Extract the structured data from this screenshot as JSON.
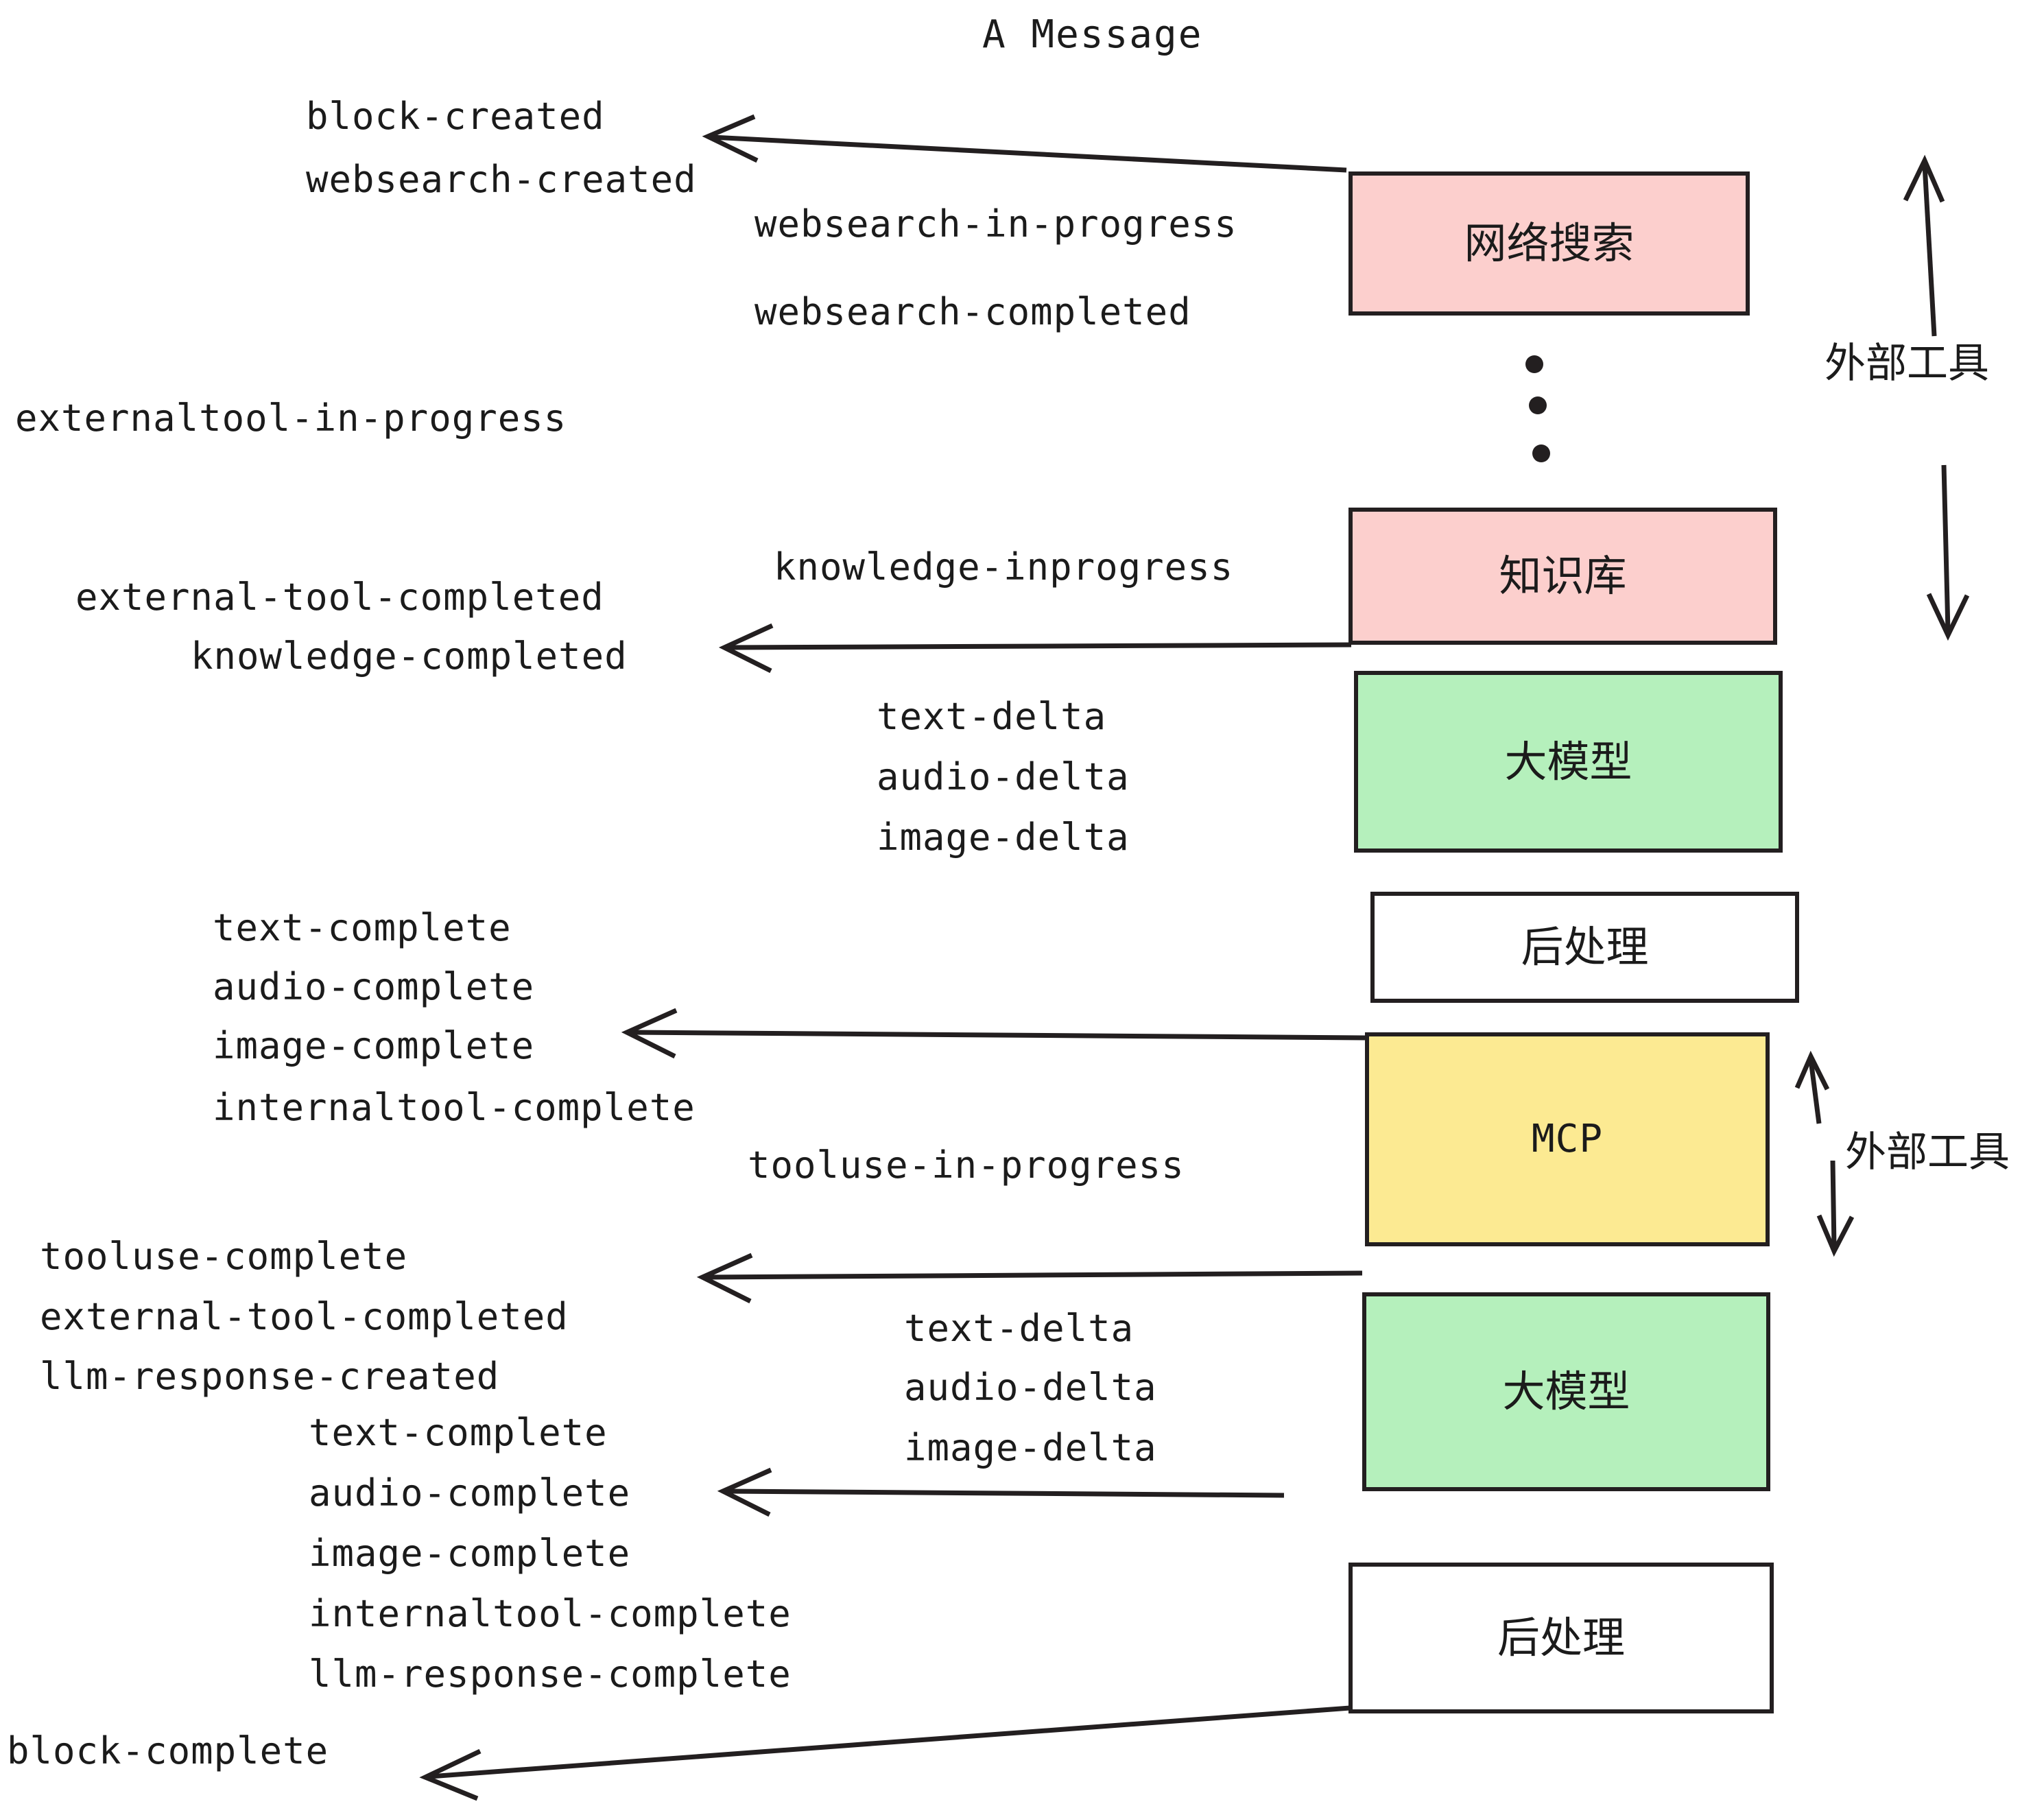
{
  "title": "A Message",
  "colors": {
    "pink": "#FCCFCD",
    "green": "#B5F0BC",
    "yellow": "#FCEA92",
    "white": "#FFFFFF",
    "stroke": "#231f20",
    "text": "#1b1b1b"
  },
  "nodes": [
    {
      "id": "websearch",
      "label": "网络搜索",
      "fill": "pink"
    },
    {
      "id": "knowledge",
      "label": "知识库",
      "fill": "pink"
    },
    {
      "id": "llm-1",
      "label": "大模型",
      "fill": "green"
    },
    {
      "id": "postprocess-1",
      "label": "后处理",
      "fill": "white"
    },
    {
      "id": "mcp",
      "label": "MCP",
      "fill": "yellow"
    },
    {
      "id": "llm-2",
      "label": "大模型",
      "fill": "green"
    },
    {
      "id": "postprocess-2",
      "label": "后处理",
      "fill": "white"
    }
  ],
  "group_labels": [
    {
      "id": "external-tool-top",
      "label": "外部工具"
    },
    {
      "id": "external-tool-bottom",
      "label": "外部工具"
    }
  ],
  "events": [
    {
      "id": "block-created",
      "text": "block-created"
    },
    {
      "id": "websearch-created",
      "text": "websearch-created"
    },
    {
      "id": "websearch-in-progress",
      "text": "websearch-in-progress"
    },
    {
      "id": "websearch-completed",
      "text": "websearch-completed"
    },
    {
      "id": "externaltool-in-progress",
      "text": "externaltool-in-progress"
    },
    {
      "id": "knowledge-inprogress",
      "text": "knowledge-inprogress"
    },
    {
      "id": "external-tool-completed-1",
      "text": "external-tool-completed"
    },
    {
      "id": "knowledge-completed",
      "text": "knowledge-completed"
    },
    {
      "id": "text-delta-1",
      "text": "text-delta"
    },
    {
      "id": "audio-delta-1",
      "text": "audio-delta"
    },
    {
      "id": "image-delta-1",
      "text": "image-delta"
    },
    {
      "id": "text-complete-1",
      "text": "text-complete"
    },
    {
      "id": "audio-complete-1",
      "text": "audio-complete"
    },
    {
      "id": "image-complete-1",
      "text": "image-complete"
    },
    {
      "id": "internaltool-complete-1",
      "text": "internaltool-complete"
    },
    {
      "id": "tooluse-in-progress",
      "text": "tooluse-in-progress"
    },
    {
      "id": "tooluse-complete",
      "text": "tooluse-complete"
    },
    {
      "id": "external-tool-completed-2",
      "text": "external-tool-completed"
    },
    {
      "id": "llm-response-created",
      "text": "llm-response-created"
    },
    {
      "id": "text-delta-2",
      "text": "text-delta"
    },
    {
      "id": "audio-delta-2",
      "text": "audio-delta"
    },
    {
      "id": "image-delta-2",
      "text": "image-delta"
    },
    {
      "id": "text-complete-2",
      "text": "text-complete"
    },
    {
      "id": "audio-complete-2",
      "text": "audio-complete"
    },
    {
      "id": "image-complete-2",
      "text": "image-complete"
    },
    {
      "id": "internaltool-complete-2",
      "text": "internaltool-complete"
    },
    {
      "id": "llm-response-complete",
      "text": "llm-response-complete"
    },
    {
      "id": "block-complete",
      "text": "block-complete"
    }
  ]
}
